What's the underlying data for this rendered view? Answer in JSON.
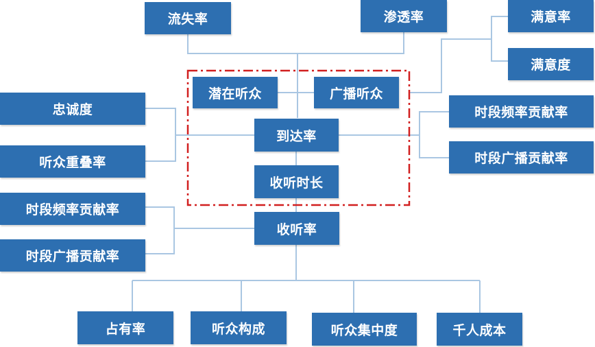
{
  "colors": {
    "node_fill": "#2d6fb1",
    "node_text": "#ffffff",
    "connector": "#a9c6e2",
    "dashed_frame": "#d11f1f"
  },
  "nodes": {
    "churn_rate": "流失率",
    "penetration_rate": "渗透率",
    "satisfaction_rate": "满意率",
    "satisfaction_degree": "满意度",
    "potential_audience": "潜在听众",
    "broadcast_audience": "广播听众",
    "loyalty": "忠诚度",
    "audience_overlap_rate": "听众重叠率",
    "reach_rate": "到达率",
    "slot_frequency_contribution_top": "时段频率贡献率",
    "slot_broadcast_contribution_top": "时段广播贡献率",
    "listening_duration": "收听时长",
    "slot_frequency_contribution_left": "时段频率贡献率",
    "slot_broadcast_contribution_left": "时段广播贡献率",
    "listening_rate": "收听率",
    "share_rate": "占有率",
    "audience_composition": "听众构成",
    "audience_concentration": "听众集中度",
    "cost_per_thousand": "千人成本"
  }
}
